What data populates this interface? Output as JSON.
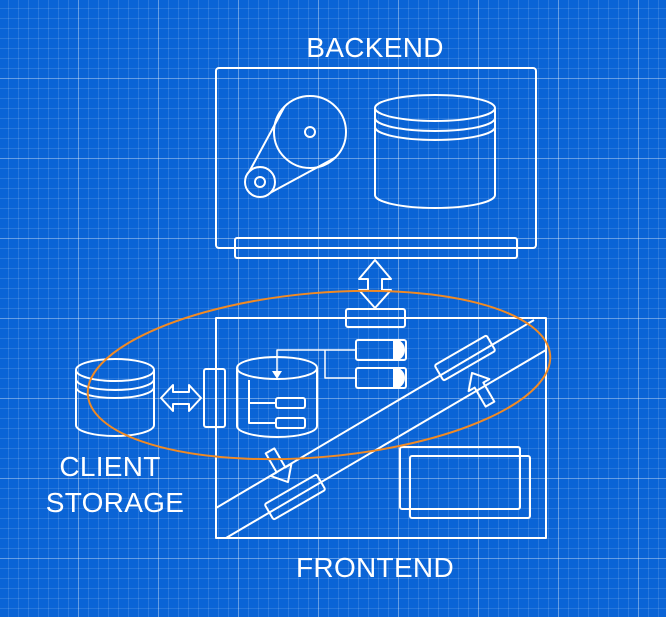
{
  "labels": {
    "backend": "BACKEND",
    "client_storage_line1": "CLIENT",
    "client_storage_line2": "STORAGE",
    "frontend": "FRONTEND"
  },
  "colors": {
    "background": "#0a64d6",
    "stroke": "#ffffff",
    "highlight_ellipse": "#f08a24"
  }
}
